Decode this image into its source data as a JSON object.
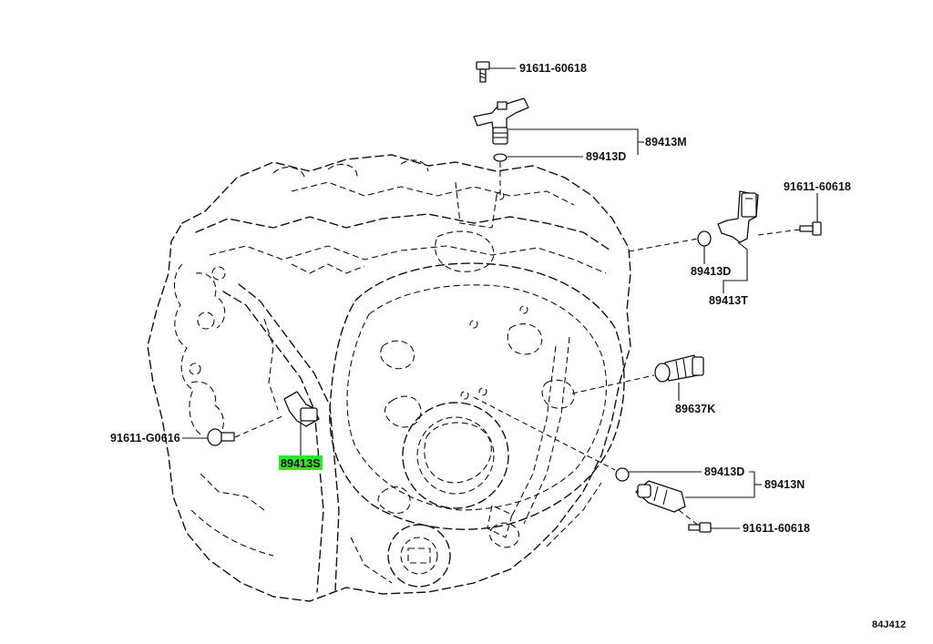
{
  "diagram": {
    "labels": {
      "bolt_top": "91611-60618",
      "sensor_m": "89413M",
      "oring_top": "89413D",
      "bolt_right": "91611-60618",
      "oring_right": "89413D",
      "sensor_t": "89413T",
      "sensor_k": "89637K",
      "bolt_left": "91611-G0616",
      "sensor_s": "89413S",
      "oring_lower": "89413D",
      "sensor_n": "89413N",
      "bolt_lower": "91611-60618",
      "ref_code": "84J412"
    },
    "highlight_color": "#2ee62e",
    "highlighted_part": "89413S"
  }
}
